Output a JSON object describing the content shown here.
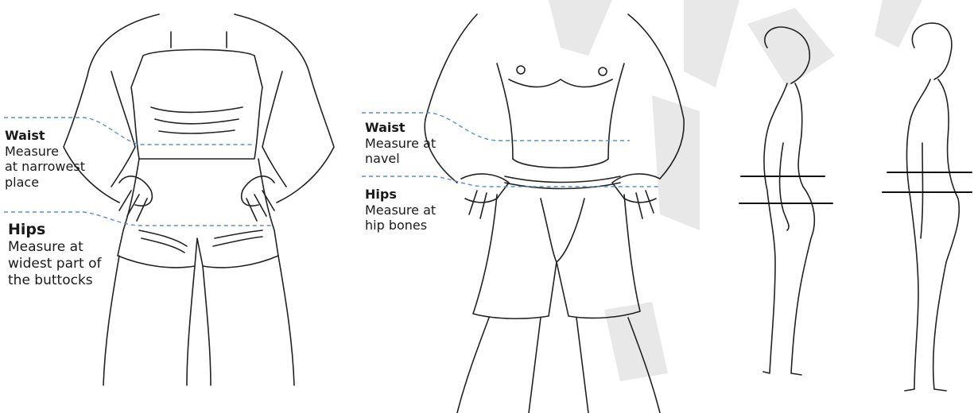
{
  "woman_front": {
    "waist": {
      "title": "Waist",
      "text": "Measure\nat narrowest\nplace"
    },
    "hips": {
      "title": "Hips",
      "text": "Measure at\nwidest part of\nthe buttocks"
    }
  },
  "man_front": {
    "waist": {
      "title": "Waist",
      "text": "Measure at\nnavel"
    },
    "hips": {
      "title": "Hips",
      "text": "Measure at\nhip bones"
    }
  },
  "colors": {
    "guide_line": "#5b8fc9",
    "outline": "#222222",
    "watermark": "#e6e6e6"
  }
}
